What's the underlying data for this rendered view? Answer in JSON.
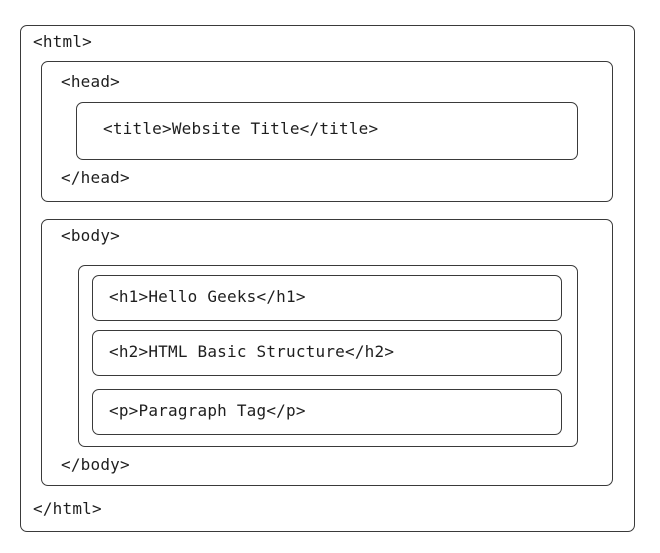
{
  "html_block": {
    "open_tag": "<html>",
    "close_tag": "</html>"
  },
  "head_block": {
    "open_tag": "<head>",
    "close_tag": "</head>",
    "title_element": "<title>Website Title</title>"
  },
  "body_block": {
    "open_tag": "<body>",
    "close_tag": "</body>",
    "elements": [
      "<h1>Hello Geeks</h1>",
      "<h2>HTML Basic Structure</h2>",
      "<p>Paragraph Tag</p>"
    ]
  }
}
